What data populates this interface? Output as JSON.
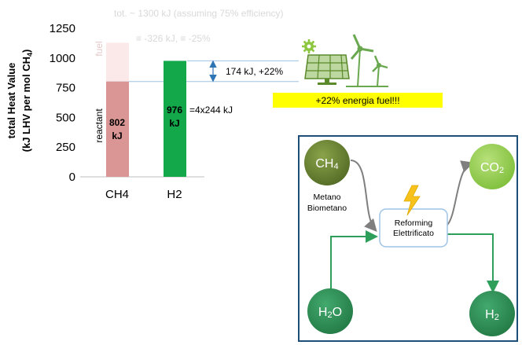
{
  "chart_data": {
    "type": "bar",
    "ylabel_line1": "total Heat Value",
    "ylabel_line2_pre": "(kJ LHV per mol CH",
    "ylabel_line2_sub": "4",
    "ylabel_line2_post": ")",
    "ylim": [
      0,
      1300
    ],
    "yticks": [
      "0",
      "250",
      "500",
      "750",
      "1000",
      "1250"
    ],
    "ytick_values": [
      0,
      250,
      500,
      750,
      1000,
      1250
    ],
    "categories": [
      "CH4",
      "H2"
    ],
    "series": [
      {
        "name": "reactant",
        "values": [
          802,
          976
        ]
      },
      {
        "name": "fuel",
        "values": [
          326,
          0
        ]
      }
    ],
    "colors": {
      "ch4_reactant": "#d99694",
      "ch4_fuel": "#fbe9e9",
      "h2": "#13a84a"
    },
    "bar_labels": {
      "ch4_value": "802",
      "ch4_unit": "kJ",
      "h2_value": "976",
      "h2_unit": "kJ",
      "reactant": "reactant",
      "fuel": "fuel"
    },
    "annotations": {
      "top_text": "tot. ~ 1300 kJ (assuming 75% efficiency)",
      "fuel_text": "≡ -326 kJ, ≡ -25%",
      "gain_text": "174 kJ, +22%",
      "h2_formula": "=4x244 kJ",
      "banner": "+22% energia fuel!!!"
    },
    "guide_levels": [
      802,
      976
    ]
  },
  "diagram": {
    "ch4": {
      "main": "CH",
      "sub": "4"
    },
    "co2": {
      "main": "CO",
      "sub": "2"
    },
    "h2o": {
      "pre": "H",
      "sub": "2",
      "post": "O"
    },
    "h2": {
      "main": "H",
      "sub": "2"
    },
    "metano": "Metano",
    "biometano": "Biometano",
    "reforming_line1": "Reforming",
    "reforming_line2": "Elettrificato",
    "icons": [
      "lightning-icon",
      "gear-icon",
      "solar-panel-icon",
      "wind-turbine-icon"
    ]
  }
}
